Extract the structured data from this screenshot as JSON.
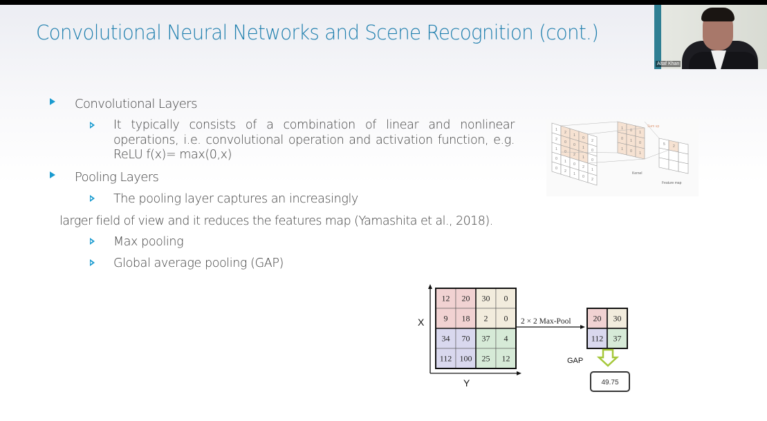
{
  "slide": {
    "title": "Convolutional Neural Networks and Scene Recognition (cont.)",
    "bullets": [
      {
        "label": "Convolutional Layers",
        "sub": [
          "It typically consists of a combination of linear and nonlinear operations, i.e. convolutional operation and activation function, e.g. ReLU  f(x)= max(0,x)"
        ]
      },
      {
        "label": "Pooling Layers",
        "sub": [
          "The pooling layer captures an increasingly",
          "Max pooling",
          "Global average pooling (GAP)"
        ],
        "continuation": "larger field of view and it reduces the features map (Yamashita et al., 2018)."
      }
    ],
    "accent_color": "#1a9bd0",
    "title_color": "#1f7fae"
  },
  "webcam": {
    "participant_name": "Altaf Khan"
  },
  "conv_diagram": {
    "input": [
      [
        "1",
        "2",
        "1",
        "0",
        "2"
      ],
      [
        "2",
        "0",
        "0",
        "1",
        "0"
      ],
      [
        "1",
        "0",
        "2",
        "1",
        "0"
      ],
      [
        "0",
        "1",
        "0",
        "2",
        "1"
      ],
      [
        "0",
        "2",
        "1",
        "0",
        "2"
      ]
    ],
    "kernel": [
      [
        "1",
        "0",
        "1"
      ],
      [
        "0",
        "1",
        "0"
      ],
      [
        "1",
        "0",
        "1"
      ]
    ],
    "feature_map_values": [
      "5",
      "2"
    ],
    "sum_label": "Sum up",
    "kernel_label": "Kernel",
    "feature_map_label": "Feature map"
  },
  "pool_diagram": {
    "x_axis_label": "X",
    "y_axis_label": "Y",
    "input": [
      [
        "12",
        "20",
        "30",
        "0"
      ],
      [
        "9",
        "18",
        "2",
        "0"
      ],
      [
        "34",
        "70",
        "37",
        "4"
      ],
      [
        "112",
        "100",
        "25",
        "12"
      ]
    ],
    "op_label": "2 × 2 Max-Pool",
    "output": [
      [
        "20",
        "30"
      ],
      [
        "112",
        "37"
      ]
    ],
    "gap_label": "GAP",
    "gap_value": "49.75",
    "quadrant_colors": {
      "tl": "#f1d2d2",
      "tr": "#f2ecdd",
      "bl": "#d9d8ee",
      "br": "#d6ead7"
    },
    "gap_arrow_color": "#a5c83a"
  }
}
